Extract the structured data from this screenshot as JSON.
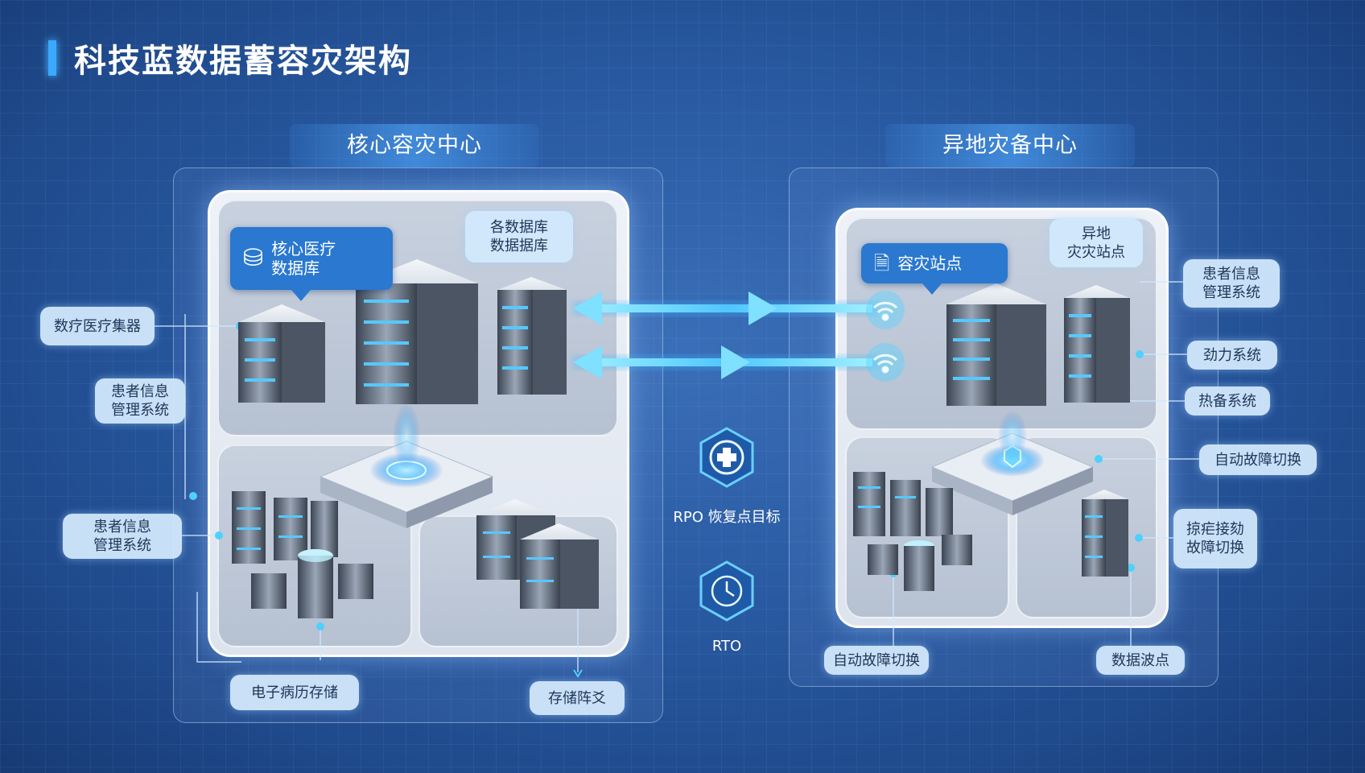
{
  "title": "科技蓝数据蓄容灾架构",
  "regions": {
    "core": "核心容灾中心",
    "remote": "异地灾备中心"
  },
  "core": {
    "callout": [
      "核心医疗",
      "数据库"
    ],
    "db_label": [
      "各数据库",
      "数据据库"
    ],
    "side_tags": {
      "collector": "数疗医疗集器",
      "patient_mgmt_1": [
        "患者信息",
        "管理系统"
      ],
      "patient_mgmt_2": [
        "患者信息",
        "管理系统"
      ]
    },
    "bottom_tags": {
      "emr_storage": "电子病历存储",
      "storage_array": "存储阵爻"
    }
  },
  "middle": {
    "rpo": "RPO 恢复点目标",
    "rto": "RTO"
  },
  "remote": {
    "callout": "容灾站点",
    "site_label": [
      "异地",
      "灾灾站点"
    ],
    "side_tags": {
      "patient_mgmt": [
        "患者信息",
        "管理系统"
      ],
      "drive_system": "劲力系统",
      "hot_standby": "热备系统",
      "auto_failover_right": "自动故障切换",
      "failover_combo": [
        "掠疟接劾",
        "故障切换"
      ]
    },
    "bottom_tags": {
      "auto_failover": "自动故障切换",
      "data_wave": "数据波点"
    }
  },
  "colors": {
    "accent": "#3aa9ff",
    "link": "#5cd2ff",
    "callout": "#2a78cf",
    "tag_bg": "#d2e8fc",
    "tag_text": "#1f3658"
  }
}
